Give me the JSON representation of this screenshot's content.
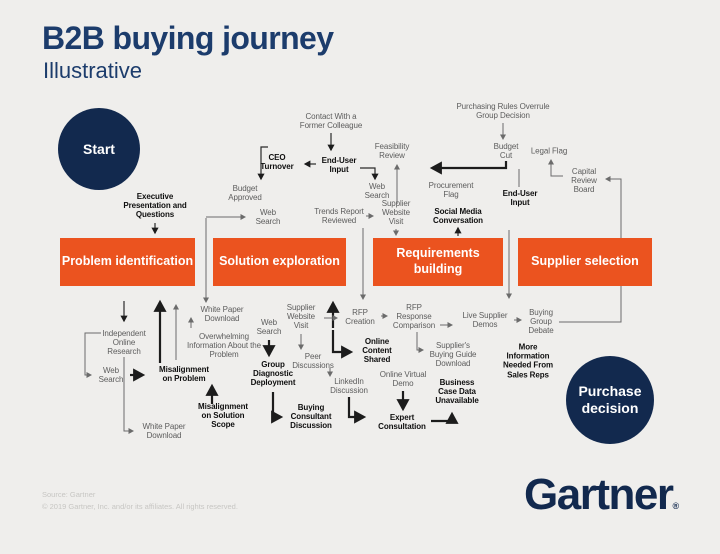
{
  "header": {
    "title": "B2B buying journey",
    "subtitle": "Illustrative"
  },
  "terminals": {
    "start": "Start",
    "end": "Purchase decision"
  },
  "stages": [
    {
      "label": "Problem identification"
    },
    {
      "label": "Solution exploration"
    },
    {
      "label": "Requirements building"
    },
    {
      "label": "Supplier selection"
    }
  ],
  "nodes": [
    {
      "id": "contact-with-a-former-colleague",
      "label": "Contact With a Former Colleague",
      "emphasis": false
    },
    {
      "id": "end-user-input-1",
      "label": "End-User Input",
      "emphasis": true
    },
    {
      "id": "ceo-turnover",
      "label": "CEO Turnover",
      "emphasis": true
    },
    {
      "id": "budget-approved",
      "label": "Budget Approved",
      "emphasis": false
    },
    {
      "id": "web-search-1",
      "label": "Web Search",
      "emphasis": false
    },
    {
      "id": "feasibility-review",
      "label": "Feasibility Review",
      "emphasis": false
    },
    {
      "id": "web-search-2",
      "label": "Web Search",
      "emphasis": false
    },
    {
      "id": "trends-report-reviewed",
      "label": "Trends Report Reviewed",
      "emphasis": false
    },
    {
      "id": "supplier-website-visit-1",
      "label": "Supplier Website Visit",
      "emphasis": false
    },
    {
      "id": "procurement-flag",
      "label": "Procurement Flag",
      "emphasis": false
    },
    {
      "id": "social-media-conversation",
      "label": "Social Media Conversation",
      "emphasis": true
    },
    {
      "id": "end-user-input-2",
      "label": "End-User Input",
      "emphasis": true
    },
    {
      "id": "purchasing-rules-overrule-group-decision",
      "label": "Purchasing Rules Overrule Group Decision",
      "emphasis": false
    },
    {
      "id": "budget-cut",
      "label": "Budget Cut",
      "emphasis": false
    },
    {
      "id": "legal-flag",
      "label": "Legal Flag",
      "emphasis": false
    },
    {
      "id": "capital-review-board",
      "label": "Capital Review Board",
      "emphasis": false
    },
    {
      "id": "executive-presentation-and-questions",
      "label": "Executive Presentation and Questions",
      "emphasis": true
    },
    {
      "id": "independent-online-research",
      "label": "Independent Online Research",
      "emphasis": false
    },
    {
      "id": "web-search-3",
      "label": "Web Search",
      "emphasis": false
    },
    {
      "id": "misalignment-on-problem",
      "label": "Misalignment on Problem",
      "emphasis": true
    },
    {
      "id": "white-paper-download-1",
      "label": "White Paper Download",
      "emphasis": false
    },
    {
      "id": "overwhelming-information-about-the-problem",
      "label": "Overwhelming Information About the Problem",
      "emphasis": false
    },
    {
      "id": "misalignment-on-solution-scope",
      "label": "Misalignment on Solution Scope",
      "emphasis": true
    },
    {
      "id": "white-paper-download-2",
      "label": "White Paper Download",
      "emphasis": false
    },
    {
      "id": "web-search-4",
      "label": "Web Search",
      "emphasis": false
    },
    {
      "id": "group-diagnostic-deployment",
      "label": "Group Diagnostic Deployment",
      "emphasis": true
    },
    {
      "id": "buying-consultant-discussion",
      "label": "Buying Consultant Discussion",
      "emphasis": true
    },
    {
      "id": "supplier-website-visit-2",
      "label": "Supplier Website Visit",
      "emphasis": false
    },
    {
      "id": "peer-discussions",
      "label": "Peer Discussions",
      "emphasis": false
    },
    {
      "id": "linkedin-discussion",
      "label": "LinkedIn Discussion",
      "emphasis": false
    },
    {
      "id": "rfp-creation",
      "label": "RFP Creation",
      "emphasis": false
    },
    {
      "id": "online-content-shared",
      "label": "Online Content Shared",
      "emphasis": true
    },
    {
      "id": "online-virtual-demo",
      "label": "Online Virtual Demo",
      "emphasis": false
    },
    {
      "id": "expert-consultation",
      "label": "Expert Consultation",
      "emphasis": true
    },
    {
      "id": "rfp-response-comparison",
      "label": "RFP Response Comparison",
      "emphasis": false
    },
    {
      "id": "suppliers-buying-guide-download",
      "label": "Supplier's Buying Guide Download",
      "emphasis": false
    },
    {
      "id": "business-case-data-unavailable",
      "label": "Business Case Data Unavailable",
      "emphasis": true
    },
    {
      "id": "live-supplier-demos",
      "label": "Live Supplier Demos",
      "emphasis": false
    },
    {
      "id": "buying-group-debate",
      "label": "Buying Group Debate",
      "emphasis": false
    },
    {
      "id": "more-information-needed-from-sales-reps",
      "label": "More Information Needed From Sales Reps",
      "emphasis": true
    }
  ],
  "footer": {
    "source": "Source: Gartner",
    "copyright": "© 2019 Gartner, Inc. and/or its affiliates. All rights reserved.",
    "logo": "Gartner",
    "logo_reg": "®"
  },
  "colors": {
    "navy": "#12294E",
    "navy_title": "#1C3C6C",
    "orange": "#EB531F",
    "background": "#EFEEEC"
  }
}
